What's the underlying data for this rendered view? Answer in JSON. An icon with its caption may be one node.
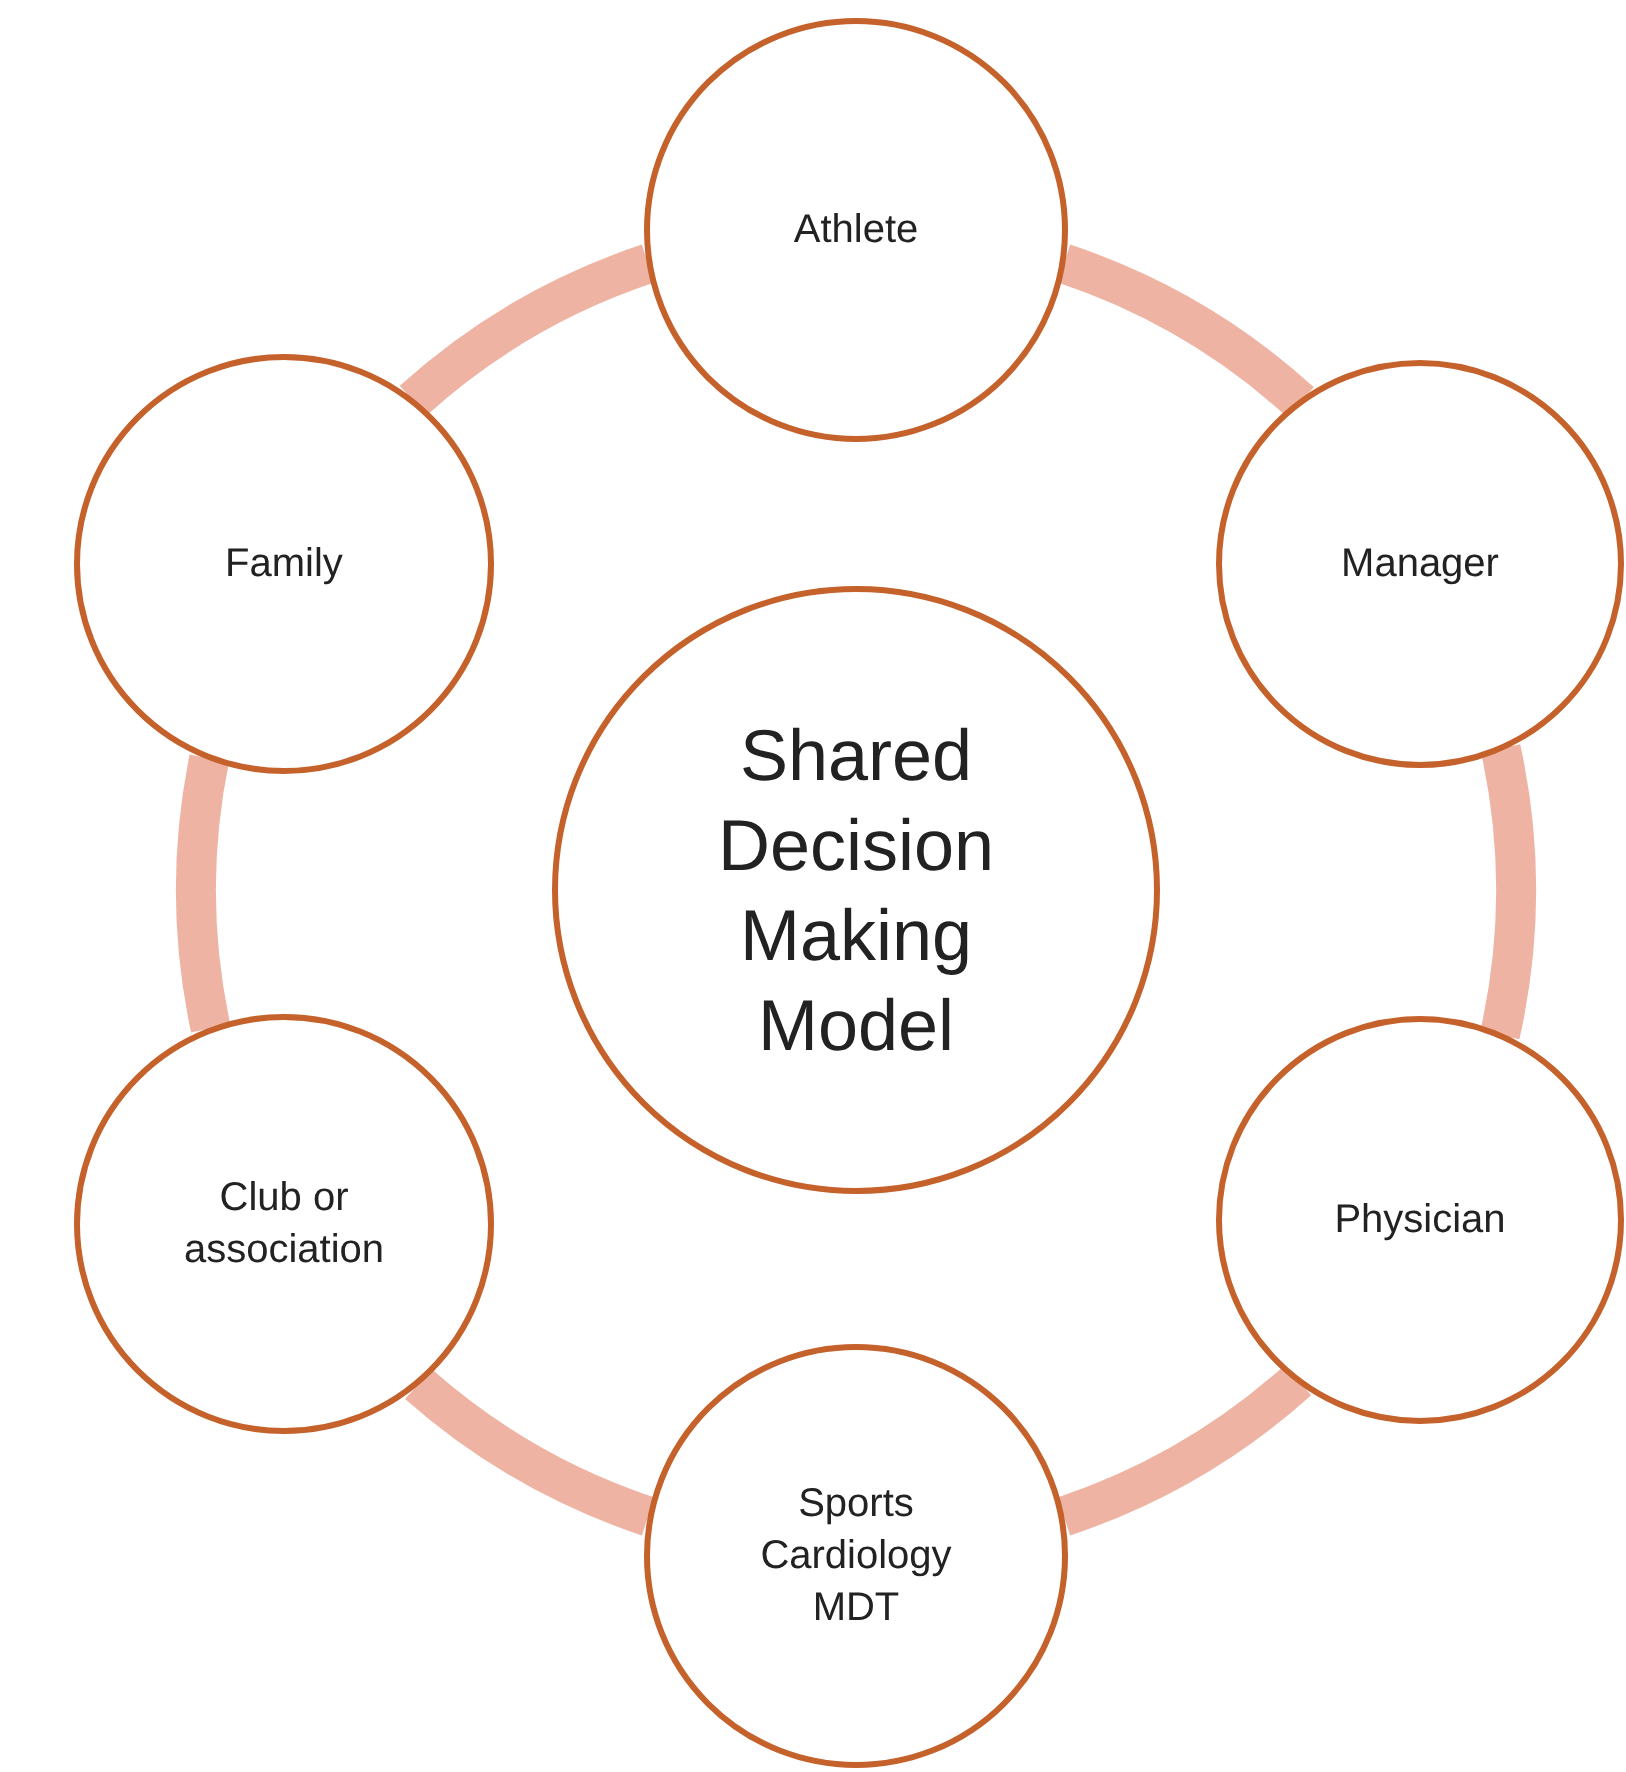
{
  "diagram": {
    "nodes": [
      {
        "text": [
          "Shared Decision Making Model"
        ]
      },
      {
        "text": [
          "Athlete"
        ]
      },
      {
        "text": [
          "Manager"
        ]
      },
      {
        "text": [
          "Physician"
        ]
      },
      {
        "text": [
          "Sports Cardiology MDT"
        ]
      },
      {
        "text": [
          "Club or association"
        ]
      },
      {
        "text": [
          "Family"
        ]
      }
    ],
    "edges": [
      {
        "from": 1,
        "to": 2,
        "arrow": "none"
      },
      {
        "from": 2,
        "to": 3,
        "arrow": "none"
      },
      {
        "from": 3,
        "to": 4,
        "arrow": "none"
      },
      {
        "from": 4,
        "to": 5,
        "arrow": "none"
      },
      {
        "from": 5,
        "to": 6,
        "arrow": "none"
      },
      {
        "from": 6,
        "to": 1,
        "arrow": "none"
      }
    ]
  }
}
